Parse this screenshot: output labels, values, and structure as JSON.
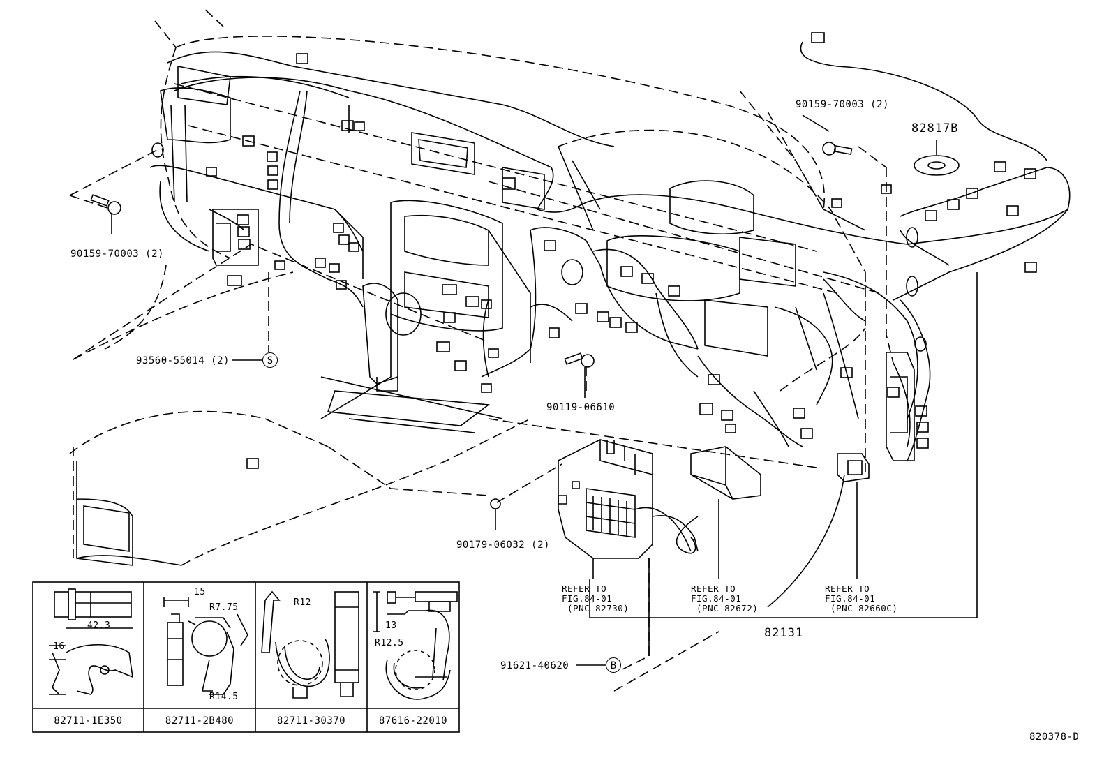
{
  "labels": {
    "bolt_left": "90159-70003 (2)",
    "bolt_right": "90159-70003 (2)",
    "part_828178": "82817B",
    "clip_s_part": "93560-55014 (2)",
    "clip_s_symbol": "S",
    "bolt_center": "90119-06610",
    "nut": "90179-06032 (2)",
    "clip_b_part": "91621-40620",
    "clip_b_symbol": "B",
    "harness_main": "82131",
    "diagram_code": "820378-D"
  },
  "refers": [
    {
      "line1": "REFER TO",
      "line2": "FIG.84-01",
      "line3": "(PNC 82730)"
    },
    {
      "line1": "REFER TO",
      "line2": "FIG.84-01",
      "line3": "(PNC 82672)"
    },
    {
      "line1": "REFER TO",
      "line2": "FIG.84-01",
      "line3": "(PNC 82660C)"
    }
  ],
  "clip_table": {
    "parts": [
      "82711-1E350",
      "82711-2B480",
      "82711-30370",
      "87616-22010"
    ],
    "dimensions": {
      "d1_width": "42.3",
      "d1_height": "16",
      "d2_offset": "15",
      "d2_radius_top": "R7.75",
      "d2_radius_bottom": "R14.5",
      "d3_radius": "R12",
      "d4_height": "13",
      "d4_radius": "R12.5"
    }
  }
}
